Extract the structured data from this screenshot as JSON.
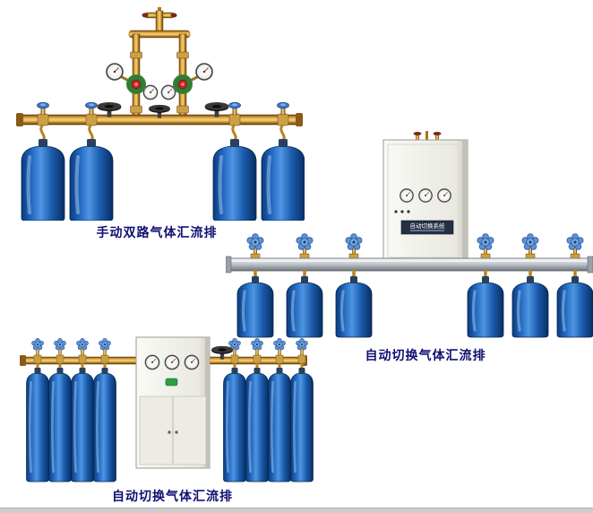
{
  "page": {
    "background": "#ffffff",
    "products": [
      {
        "id": "manual-dual-manifold",
        "label": "手动双路气体汇流排"
      },
      {
        "id": "auto-switch-manifold-right",
        "label": "自动切换气体汇流排"
      },
      {
        "id": "auto-switch-manifold-bottom",
        "label": "自动切换气体汇流排"
      }
    ],
    "cabinet": {
      "plate_text": "自动切换系统"
    },
    "colors": {
      "label_text": "#101073",
      "cylinder_blue": "#1f66bd",
      "brass_pipe": "#c8902c",
      "rail_silver": "#b9bdc3",
      "cabinet_body": "#eeeee6",
      "regulator_green": "#2e7d32",
      "regulator_red": "#c62828",
      "valve_handle_blue": "#5e92d4"
    }
  }
}
